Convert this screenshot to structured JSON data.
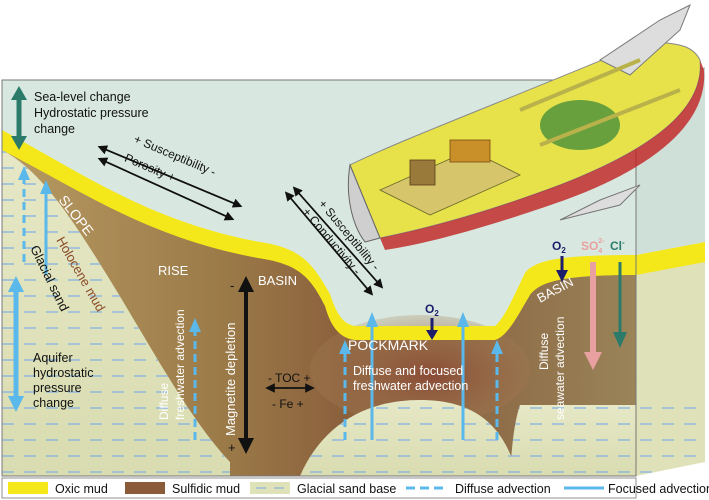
{
  "labels": {
    "sea_level": [
      "Sea-level change",
      "Hydrostatic pressure",
      "change"
    ],
    "slope": "SLOPE",
    "holocene_mud": "Holocene mud",
    "glacial_sand": "Glacial sand",
    "aquifer": [
      "Aquifer",
      "hydrostatic",
      "pressure",
      "change"
    ],
    "rise": "RISE",
    "basin_left": "BASIN",
    "basin_right": "BASIN",
    "pockmark": "POCKMARK",
    "susceptibility_plus": "+ Susceptibility -",
    "porosity_minus": "- Porosity +",
    "susceptibility_right": "+ Susceptibility -",
    "conductivity_right": "+ Conductivity -",
    "diffuse_freshwater": [
      "Diffuse",
      "freshwater advection"
    ],
    "magnetite_depletion": "Magnetite depletion",
    "magnetite_minus": "-",
    "magnetite_plus": "+",
    "toc": "- TOC +",
    "fe": "- Fe +",
    "diffuse_focused": [
      "Diffuse and focused",
      "freshwater advection"
    ],
    "diffuse_seawater": [
      "Diffuse",
      "seawater advection"
    ],
    "o2_left": "O",
    "o2_right": "O",
    "o2_sub": "2",
    "so4_main": "SO",
    "so4_sub": "4",
    "so4_sup": "2-",
    "cl": "Cl",
    "cl_sup": "-"
  },
  "legend": [
    {
      "label": "Oxic mud",
      "swatch": "#f5e81a"
    },
    {
      "label": "Sulfidic mud",
      "swatch": "#8a5a3a"
    },
    {
      "label": "Glacial sand base",
      "swatch": "#dfe2b8"
    },
    {
      "label": "Diffuse advection",
      "swatch": "#5bb8ea"
    },
    {
      "label": "Focused advection",
      "swatch": "#5bb8ea"
    }
  ],
  "colors": {
    "water": "#d8e8e0",
    "oxic": "#f5e81a",
    "sand": "#e3e5c2",
    "dash": "#8ab6e0",
    "arrow_blue": "#5bb8ea",
    "arrow_teal": "#2b7a6a",
    "arrow_pink": "#e8a0a0",
    "dark_arrow": "#222222",
    "o2_color": "#1d1d6b"
  }
}
